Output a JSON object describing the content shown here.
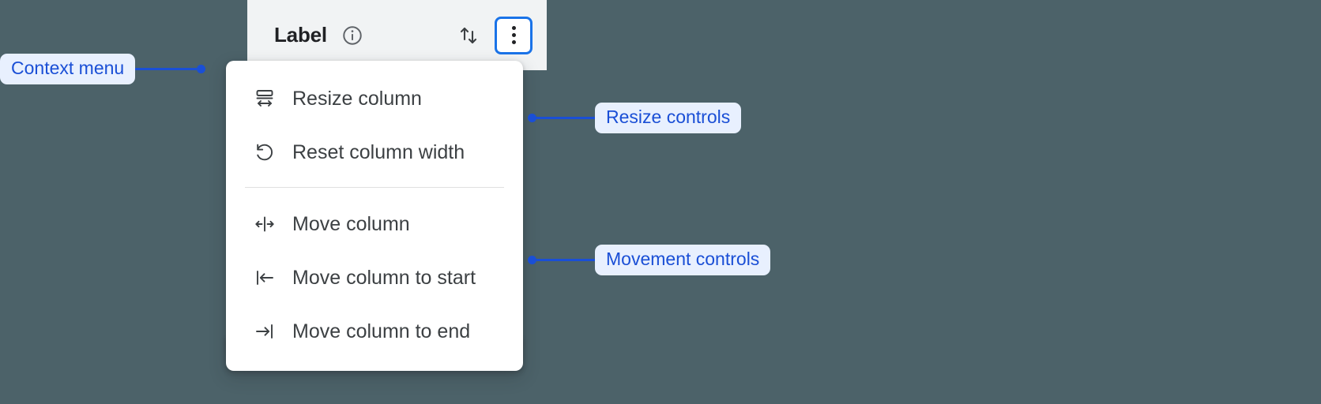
{
  "theme": {
    "canvas_bg": "#4c6269",
    "header_bg": "#f1f3f4",
    "menu_bg": "#ffffff",
    "accent_blue": "#1a73e8",
    "callout_text": "#1a4fd6",
    "callout_pill_bg": "#e8f0fe",
    "menu_text": "#3c4043",
    "divider": "#e0e0e0"
  },
  "column_header": {
    "label": "Label",
    "info_icon": "info-circle-icon",
    "sort_icon": "sort-updown-icon",
    "overflow_button": {
      "icon": "three-dots-vertical-icon",
      "focused": true
    }
  },
  "context_menu": {
    "groups": [
      {
        "name": "resize-controls",
        "items": [
          {
            "icon": "resize-column-width-icon",
            "label": "Resize column"
          },
          {
            "icon": "reset-counterclockwise-icon",
            "label": "Reset column width"
          }
        ]
      },
      {
        "name": "movement-controls",
        "items": [
          {
            "icon": "move-column-left-right-icon",
            "label": "Move column"
          },
          {
            "icon": "move-to-start-icon",
            "label": "Move column to start"
          },
          {
            "icon": "move-to-end-icon",
            "label": "Move column to end"
          }
        ]
      }
    ]
  },
  "annotations": [
    {
      "id": "context-menu",
      "label": "Context menu"
    },
    {
      "id": "resize-controls",
      "label": "Resize controls"
    },
    {
      "id": "movement-controls",
      "label": "Movement controls"
    }
  ]
}
